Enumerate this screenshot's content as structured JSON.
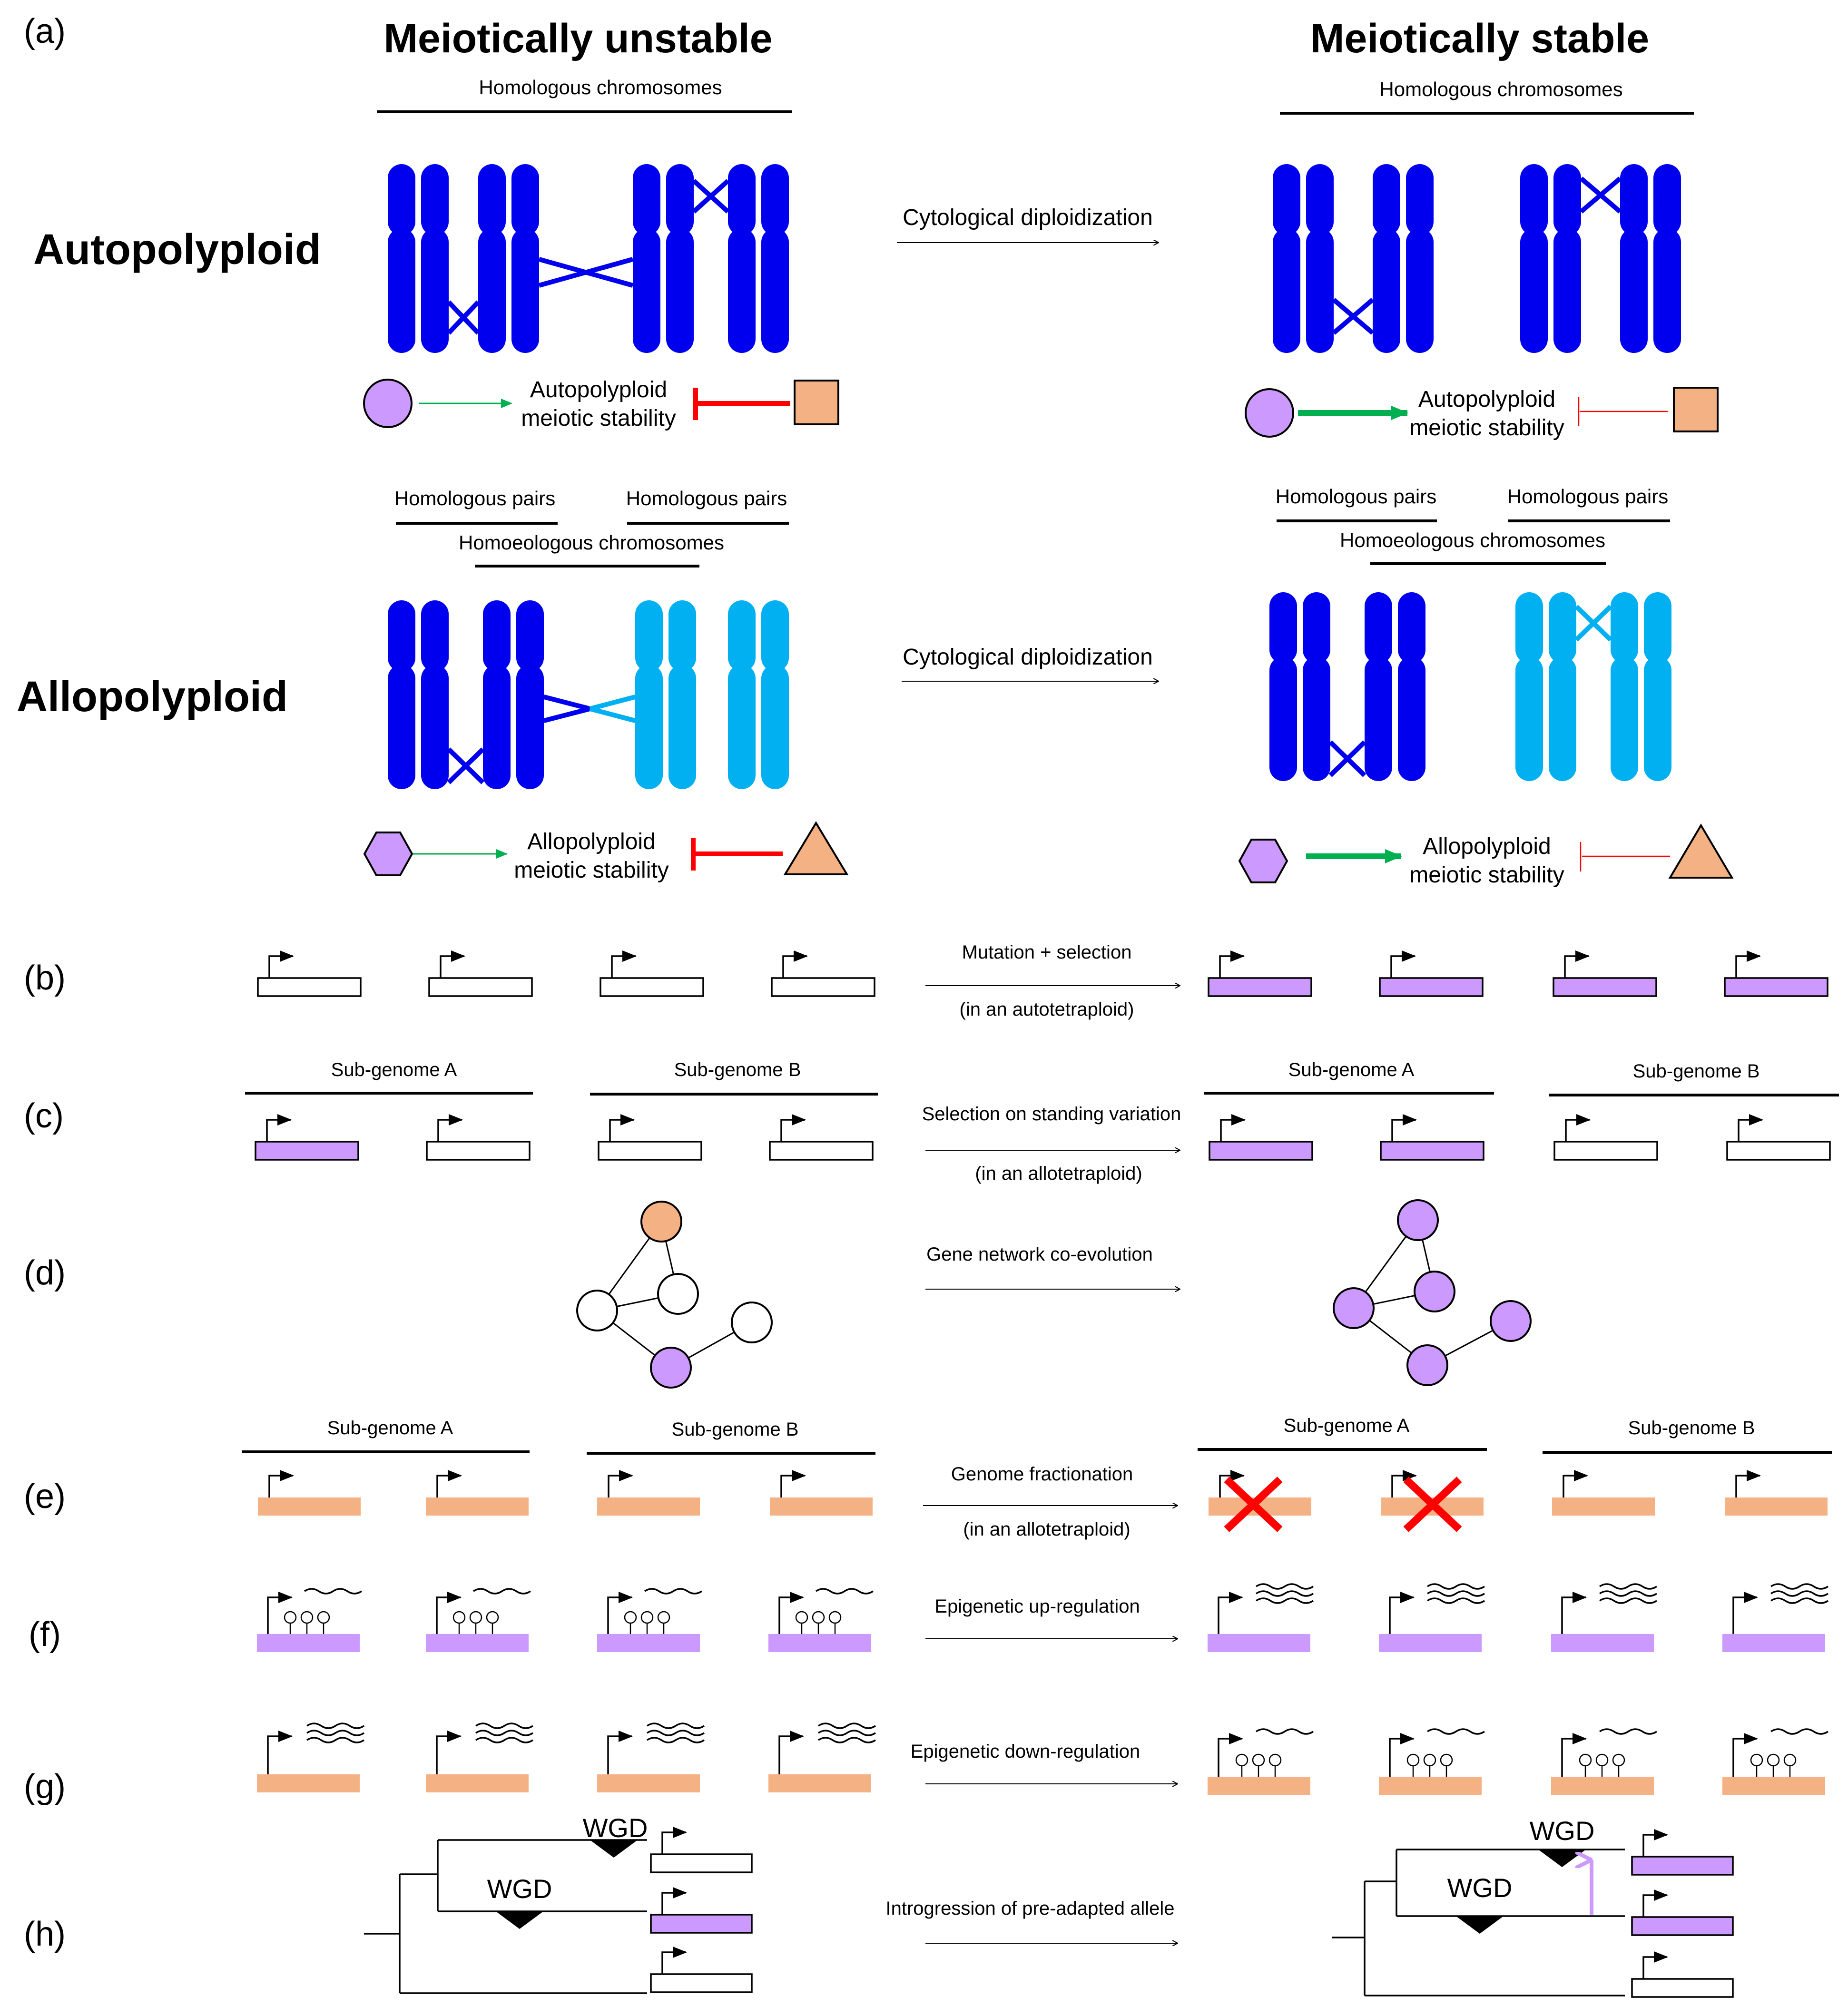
{
  "panel_labels": [
    "(a)",
    "(b)",
    "(c)",
    "(d)",
    "(e)",
    "(f)",
    "(g)",
    "(h)"
  ],
  "panel_a": {
    "left_heading": "Meiotically unstable",
    "right_heading": "Meiotically stable",
    "auto": {
      "row_label": "Autopolyploid",
      "chrom_label": "Homologous chromosomes",
      "arrow_label": "Cytological diploidization",
      "stability_line1": "Autopolyploid",
      "stability_line2": "meiotic stability"
    },
    "allo": {
      "row_label": "Allopolyploid",
      "pairs_label": "Homologous pairs",
      "chrom_label": "Homoeologous chromosomes",
      "arrow_label": "Cytological diploidization",
      "stability_line1": "Allopolyploid",
      "stability_line2": "meiotic stability"
    }
  },
  "panel_b": {
    "line1": "Mutation + selection",
    "line2": "(in  an autotetraploid)"
  },
  "panel_c": {
    "subA": "Sub-genome A",
    "subB": "Sub-genome B",
    "line1": "Selection on standing variation",
    "line2": "(in an allotetraploid)"
  },
  "panel_d": {
    "line1": "Gene network co-evolution"
  },
  "panel_e": {
    "subA": "Sub-genome A",
    "subB": "Sub-genome B",
    "line1": "Genome fractionation",
    "line2": "(in an allotetraploid)"
  },
  "panel_f": {
    "line1": "Epigenetic up-regulation"
  },
  "panel_g": {
    "line1": "Epigenetic down-regulation"
  },
  "panel_h": {
    "wgd": "WGD",
    "line1": "Introgression of pre-adapted allele"
  },
  "colors": {
    "dark_blue": "#0000ee",
    "light_blue": "#00b0f0",
    "purple": "#cc99ff",
    "orange": "#f4b183",
    "green": "#00b050",
    "red": "#ff0000"
  }
}
